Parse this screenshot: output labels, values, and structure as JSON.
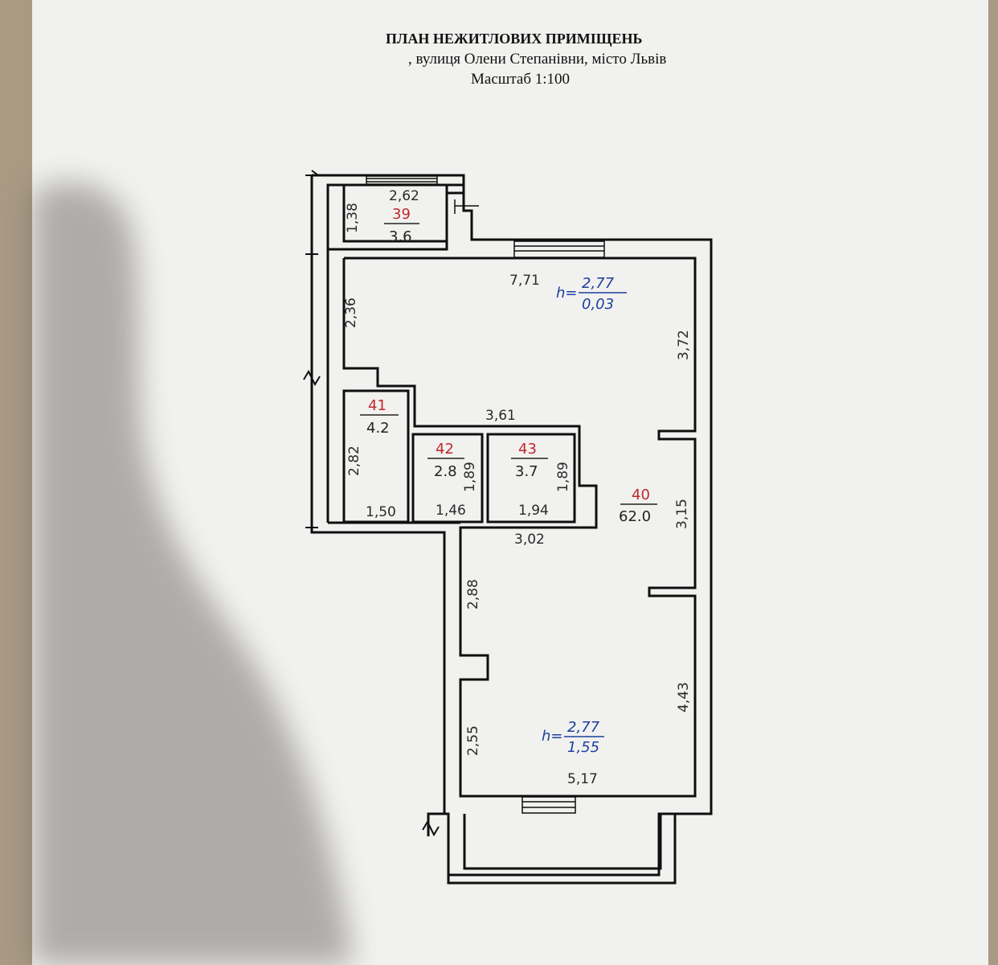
{
  "header": {
    "title": "ПЛАН НЕЖИТЛОВИХ ПРИМІЩЕНЬ",
    "address": ", вулиця  Олени Степанівни, місто Львів",
    "scale": "Масштаб 1:100"
  },
  "rooms": [
    {
      "number": "39",
      "area": "3.6"
    },
    {
      "number": "40",
      "area": "62.0"
    },
    {
      "number": "41",
      "area": "4.2"
    },
    {
      "number": "42",
      "area": "2.8"
    },
    {
      "number": "43",
      "area": "3.7"
    }
  ],
  "heights": [
    {
      "prefix": "h=",
      "height": "2,77",
      "level": "0,03"
    },
    {
      "prefix": "h=",
      "height": "2,77",
      "level": "1,55"
    }
  ],
  "dimensions": {
    "r39_width": "2,62",
    "r39_height": "1,38",
    "top_length": "7,71",
    "left_upper": "2,36",
    "right_upper": "3,72",
    "r41_height": "2,82",
    "r41_width": "1,50",
    "corridor_width": "3,61",
    "r42_height": "1,89",
    "r42_width": "1,46",
    "r43_height": "1,89",
    "r43_width": "1,94",
    "lower_top": "3,02",
    "right_middle": "3,15",
    "left_lower_a": "2,88",
    "left_lower_b": "2,55",
    "right_lower": "4,43",
    "bottom_length": "5,17"
  },
  "colors": {
    "wall": "#0f0f0f",
    "room_number": "#c0282b",
    "height_mark": "#1e3f9e",
    "paper": "#f1f1ef",
    "background": "#a99a84"
  }
}
